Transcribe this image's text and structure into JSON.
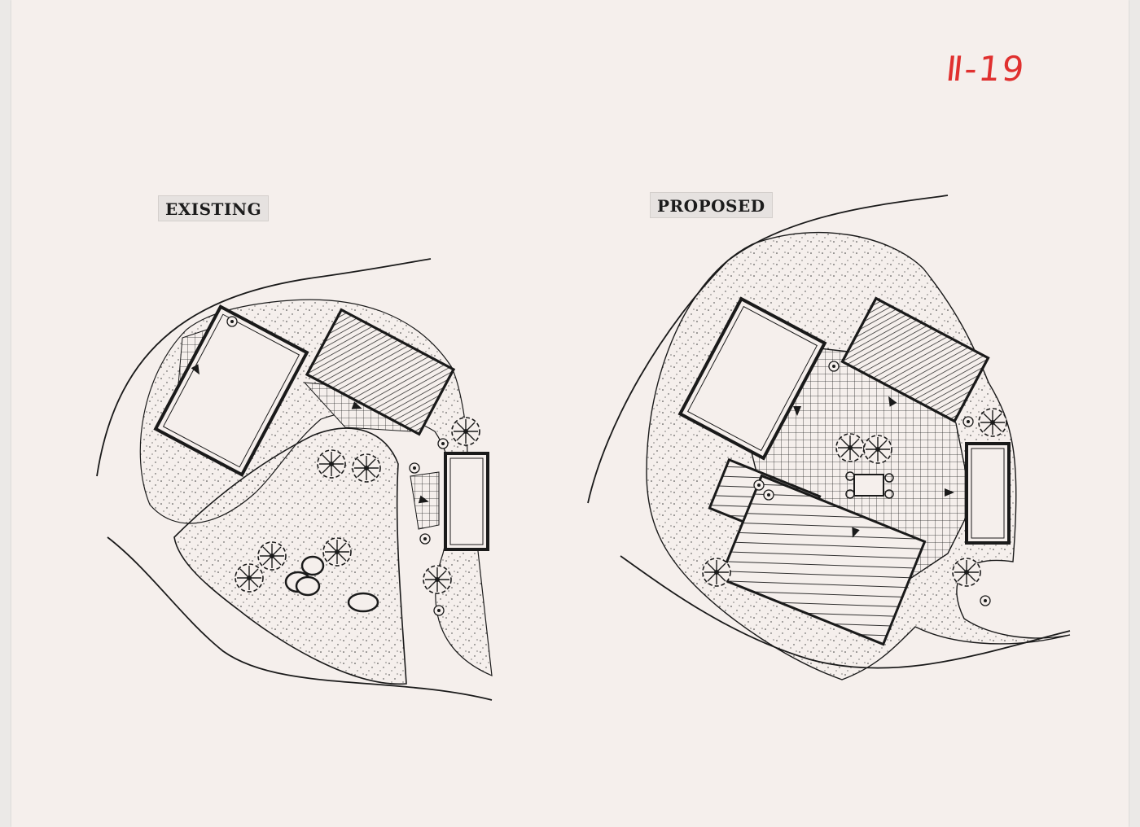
{
  "labels": {
    "existing": "EXISTING",
    "proposed": "PROPOSED"
  },
  "sheet_number": "Ⅱ-19",
  "colors": {
    "paper": "#f5efec",
    "ink": "#1a1a1a",
    "sheet_number": "#e0302f"
  }
}
